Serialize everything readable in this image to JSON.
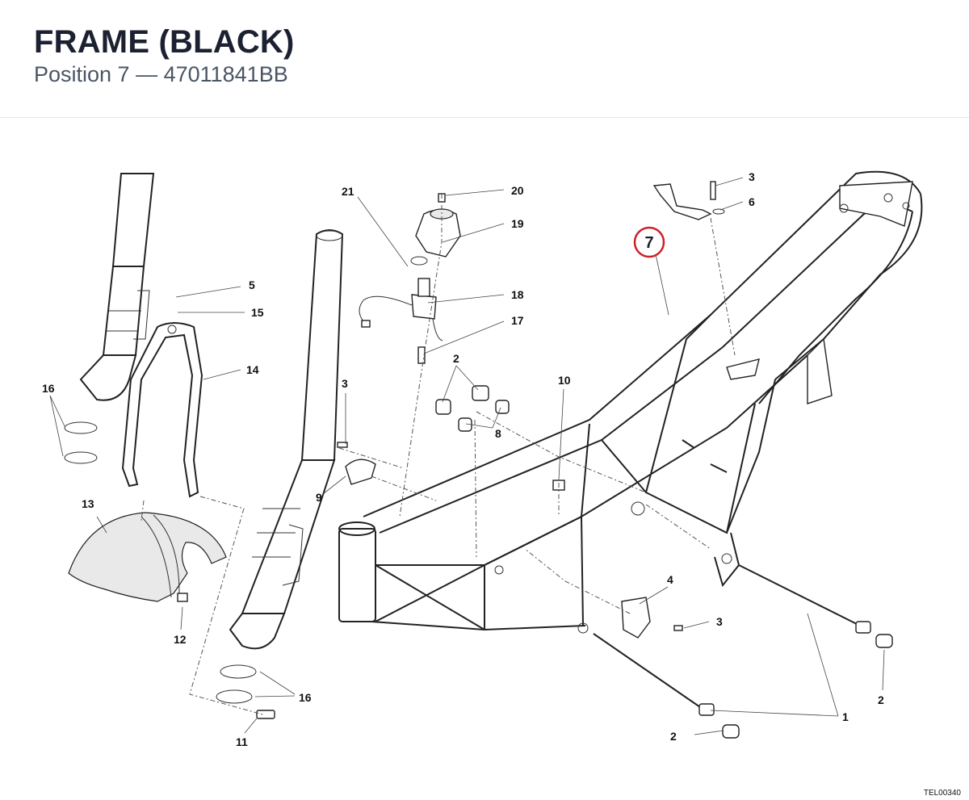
{
  "header": {
    "title": "FRAME (BLACK)",
    "subtitle": "Position 7 — 47011841BB"
  },
  "highlight": {
    "label": "7",
    "color": "#d0202a"
  },
  "callouts": {
    "c21": "21",
    "c20": "20",
    "c19": "19",
    "c18": "18",
    "c17": "17",
    "c5": "5",
    "c15": "15",
    "c14": "14",
    "c16a": "16",
    "c16b": "16",
    "c13": "13",
    "c12": "12",
    "c11": "11",
    "c3a": "3",
    "c3b": "3",
    "c3c": "3",
    "c9": "9",
    "c2a": "2",
    "c2b": "2",
    "c2c": "2",
    "c8": "8",
    "c10": "10",
    "c4": "4",
    "c6": "6",
    "c1": "1"
  },
  "drawing_ref": "TEL00340"
}
